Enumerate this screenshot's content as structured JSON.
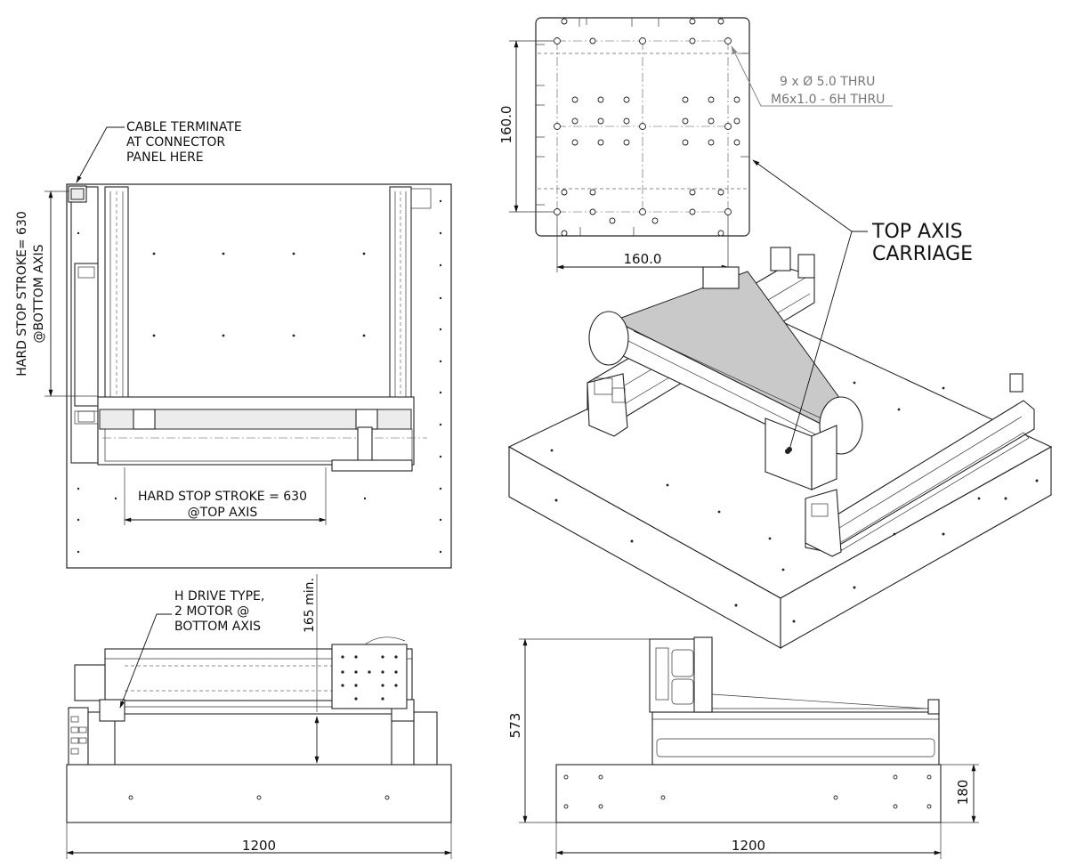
{
  "annotations": {
    "cable_note": [
      "CABLE TERMINATE",
      "AT CONNECTOR",
      "PANEL HERE"
    ],
    "hard_stop_bottom": [
      "HARD STOP STROKE= 630",
      "@BOTTOM AXIS"
    ],
    "hard_stop_top": [
      "HARD STOP STROKE = 630",
      "@TOP AXIS"
    ],
    "h_drive": [
      "H DRIVE TYPE,",
      "2 MOTOR @",
      "BOTTOM AXIS"
    ],
    "min_height": "165 min.",
    "top_axis_carriage": [
      "TOP AXIS",
      "CARRIAGE"
    ],
    "hole_note": [
      "9 x Ø 5.0 THRU",
      "M6x1.0 - 6H THRU"
    ]
  },
  "dimensions": {
    "carriage_height": "160.0",
    "carriage_width": "160.0",
    "front_width": "1200",
    "side_width": "1200",
    "overall_height": "573",
    "base_height": "180"
  }
}
